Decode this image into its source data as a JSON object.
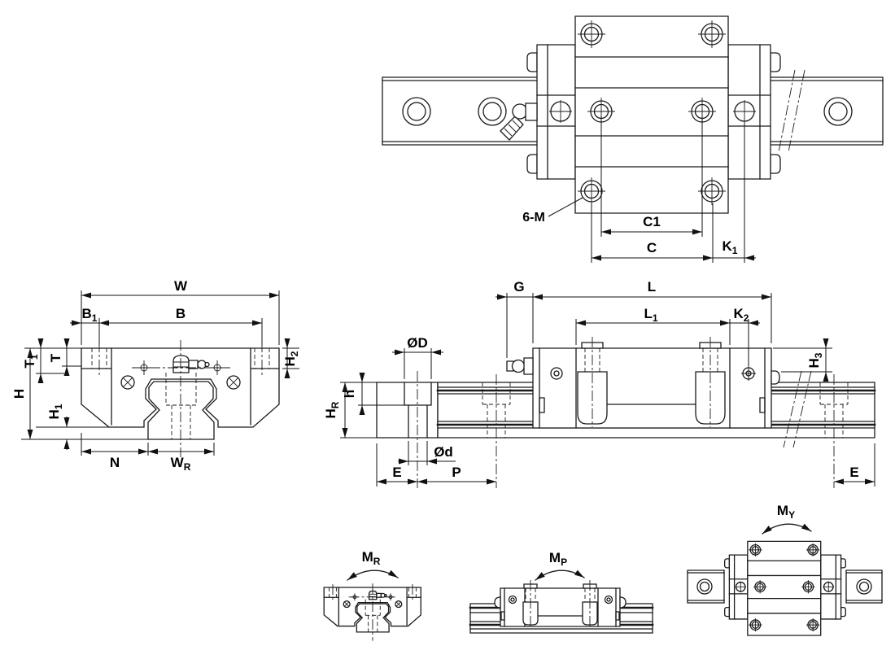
{
  "colors": {
    "line": "#1a1a1a",
    "background": "#ffffff",
    "text": "#000000"
  },
  "top_view": {
    "labels": {
      "callout_6m": "6-M",
      "c1": "C1",
      "c": "C",
      "k1_base": "K",
      "k1_sub": "1"
    }
  },
  "front_view": {
    "labels": {
      "w": "W",
      "b1_base": "B",
      "b1_sub": "1",
      "b": "B",
      "t1_base": "T",
      "t1_sub": "1",
      "t": "T",
      "h2_base": "H",
      "h2_sub": "2",
      "h": "H",
      "h1_base": "H",
      "h1_sub": "1",
      "n": "N",
      "wr_base": "W",
      "wr_sub": "R"
    }
  },
  "side_view": {
    "labels": {
      "g": "G",
      "l": "L",
      "l1_base": "L",
      "l1_sub": "1",
      "k2_base": "K",
      "k2_sub": "2",
      "od_large": "ØD",
      "h_depth": "h",
      "hr_base": "H",
      "hr_sub": "R",
      "h3_base": "H",
      "h3_sub": "3",
      "od_small": "Ød",
      "e_left": "E",
      "p": "P",
      "e_right": "E"
    }
  },
  "moment_views": {
    "mr_base": "M",
    "mr_sub": "R",
    "mp_base": "M",
    "mp_sub": "P",
    "my_base": "M",
    "my_sub": "Y"
  }
}
